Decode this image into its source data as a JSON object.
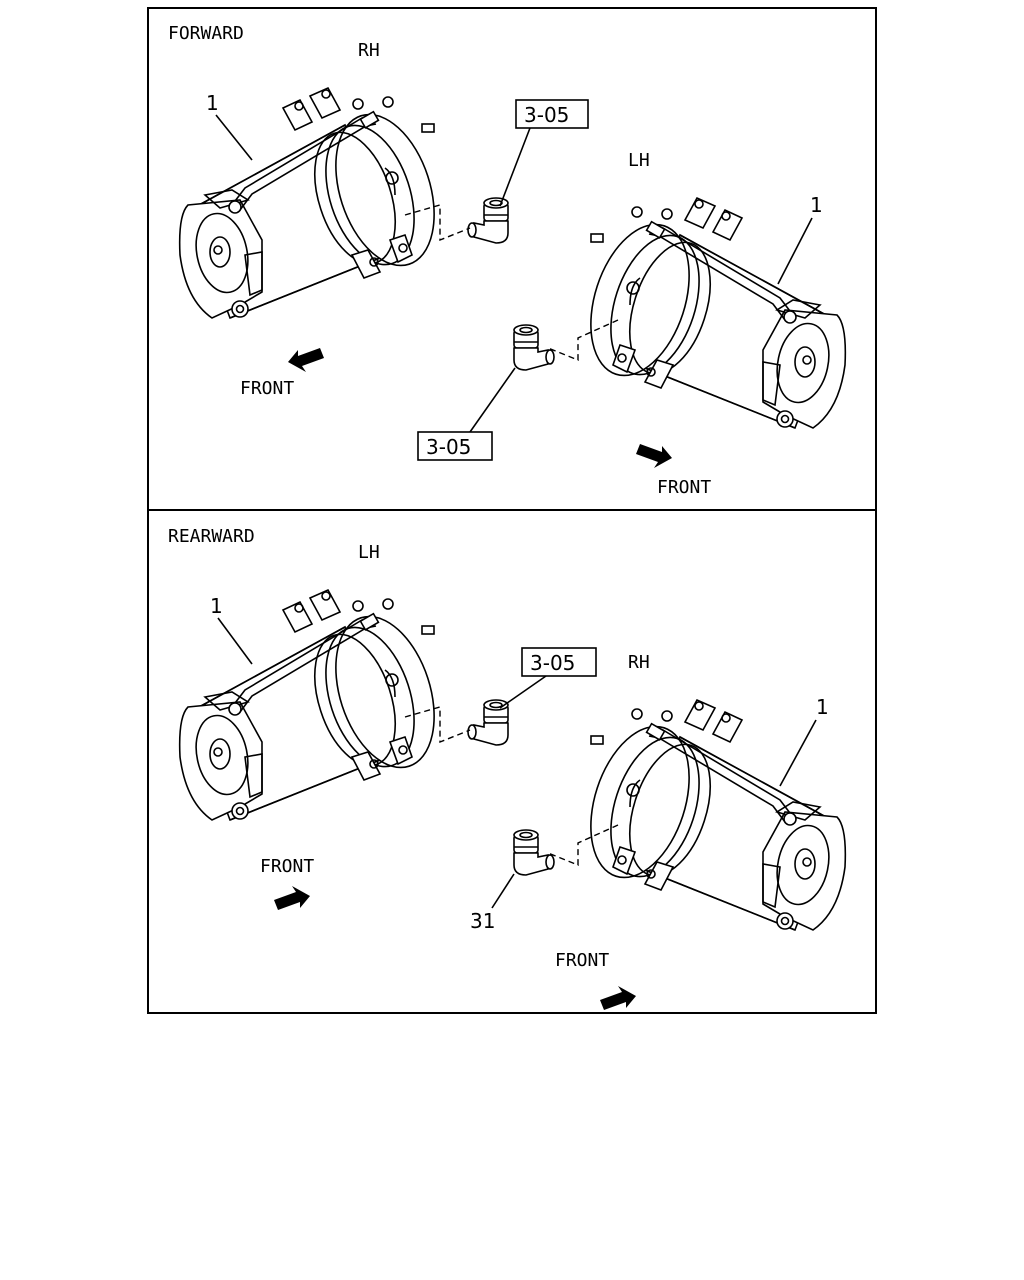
{
  "panels": [
    {
      "heading": "FORWARD",
      "unit_left": {
        "side": "RH",
        "callout": "1"
      },
      "unit_right": {
        "side": "LH",
        "callout": "1"
      },
      "fitting_left": {
        "ref": "3-05"
      },
      "fitting_right": {
        "ref": "3-05"
      },
      "front_left": "FRONT",
      "front_right": "FRONT"
    },
    {
      "heading": "REARWARD",
      "unit_left": {
        "side": "LH",
        "callout": "1"
      },
      "unit_right": {
        "side": "RH",
        "callout": "1"
      },
      "fitting_left": {
        "ref": "3-05"
      },
      "fitting_right": {
        "ref": "31"
      },
      "front_left": "FRONT",
      "front_right": "FRONT"
    }
  ]
}
